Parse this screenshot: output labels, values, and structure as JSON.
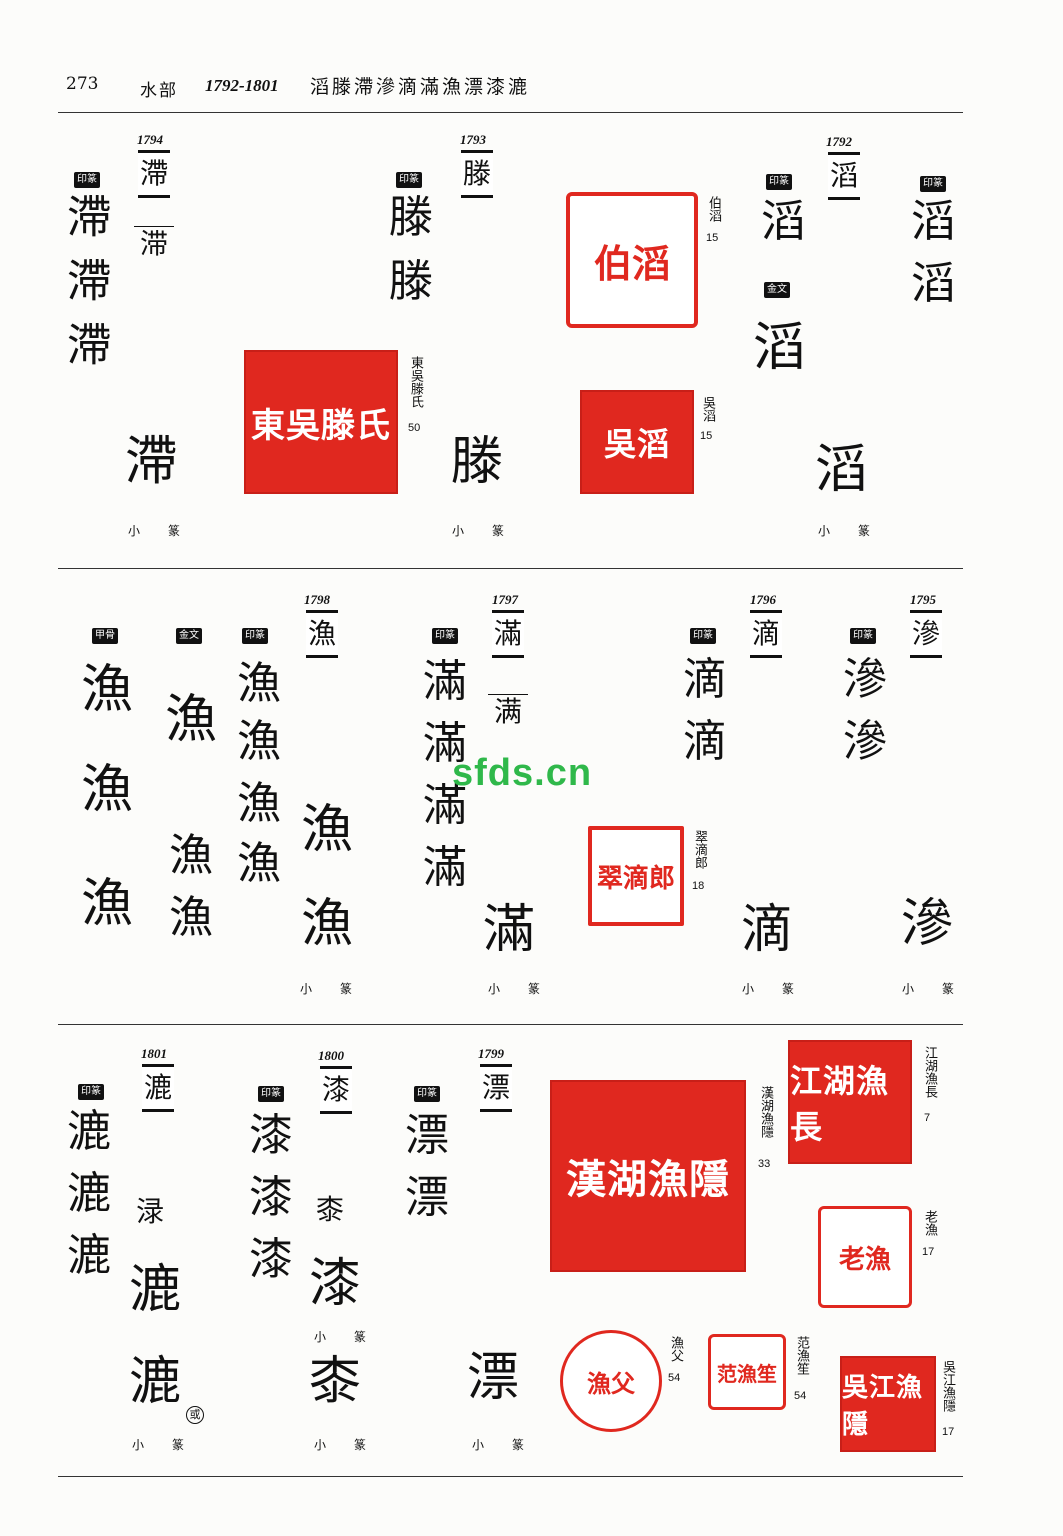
{
  "header": {
    "page": "273",
    "section": "水部",
    "range": "1792-1801",
    "chars": "滔滕滯滲滴滿漁漂漆漉"
  },
  "labels": {
    "yinzhuan": "印篆",
    "jinwen": "金文",
    "jiagu": "甲骨",
    "xiaozhuan": "小 篆",
    "or": "或"
  },
  "watermark": "sfds.cn",
  "entries": [
    {
      "num": "1794",
      "char": "滯",
      "alt": "滞"
    },
    {
      "num": "1793",
      "char": "滕"
    },
    {
      "num": "1792",
      "char": "滔"
    },
    {
      "num": "1798",
      "char": "漁"
    },
    {
      "num": "1797",
      "char": "滿",
      "alt": "满"
    },
    {
      "num": "1796",
      "char": "滴"
    },
    {
      "num": "1795",
      "char": "滲"
    },
    {
      "num": "1801",
      "char": "漉",
      "alt": "渌"
    },
    {
      "num": "1800",
      "char": "漆",
      "alt": "桼"
    },
    {
      "num": "1799",
      "char": "漂"
    }
  ],
  "seals": [
    {
      "id": "bo-tao",
      "text": "伯滔",
      "label": "伯滔",
      "no": "15"
    },
    {
      "id": "wu-tao",
      "text": "吳滔",
      "label": "吳滔",
      "no": "15"
    },
    {
      "id": "dongwu-teng",
      "text": "東吳滕氏",
      "label": "東吳滕氏",
      "no": "50"
    },
    {
      "id": "cui-di-lang",
      "text": "翠滴郎",
      "label": "翠滴郎",
      "no": "18"
    },
    {
      "id": "jianghu-yuzhang",
      "text": "江湖漁長",
      "label": "江湖漁長",
      "no": "7"
    },
    {
      "id": "lao-yu",
      "text": "老漁",
      "label": "老漁",
      "no": "17"
    },
    {
      "id": "jianghu-yuyin",
      "text": "漢湖漁隱",
      "label": "漢湖漁隱",
      "no": "33"
    },
    {
      "id": "yu-fu",
      "text": "漁父",
      "label": "漁父",
      "no": "54"
    },
    {
      "id": "fan-yu-sheng",
      "text": "范漁笙",
      "label": "范漁笙",
      "no": "54"
    },
    {
      "id": "wujiang-yuyin",
      "text": "吳江漁隱",
      "label": "吳江漁隱",
      "no": "17"
    }
  ]
}
